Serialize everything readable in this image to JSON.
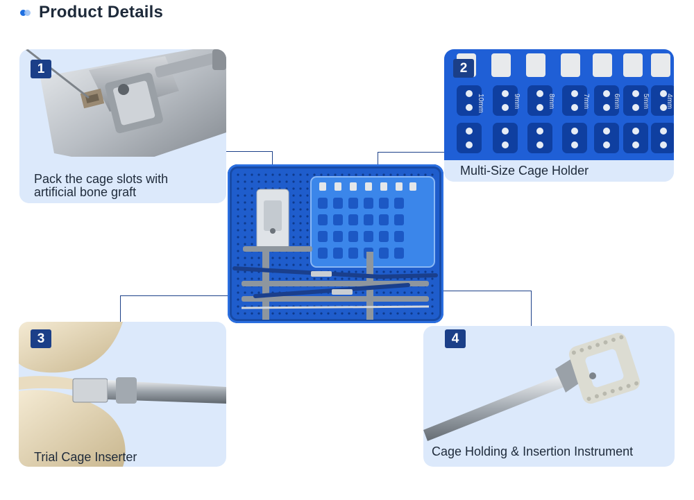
{
  "header": {
    "title": "Product Details"
  },
  "cards": [
    {
      "number": "1",
      "caption_line1": "Pack the cage slots with",
      "caption_line2": "artificial bone graft"
    },
    {
      "number": "2",
      "caption": "Multi-Size Cage Holder"
    },
    {
      "number": "3",
      "caption": "Trial Cage Inserter"
    },
    {
      "number": "4",
      "caption": "Cage Holding & Insertion Instrument"
    }
  ],
  "holder_sizes": [
    "10mm",
    "9mm",
    "8mm",
    "7mm",
    "6mm",
    "5mm",
    "4mm"
  ],
  "colors": {
    "accent": "#1b3f88",
    "card_bg": "#dce9fb",
    "tray_blue": "#1f5dcc"
  }
}
